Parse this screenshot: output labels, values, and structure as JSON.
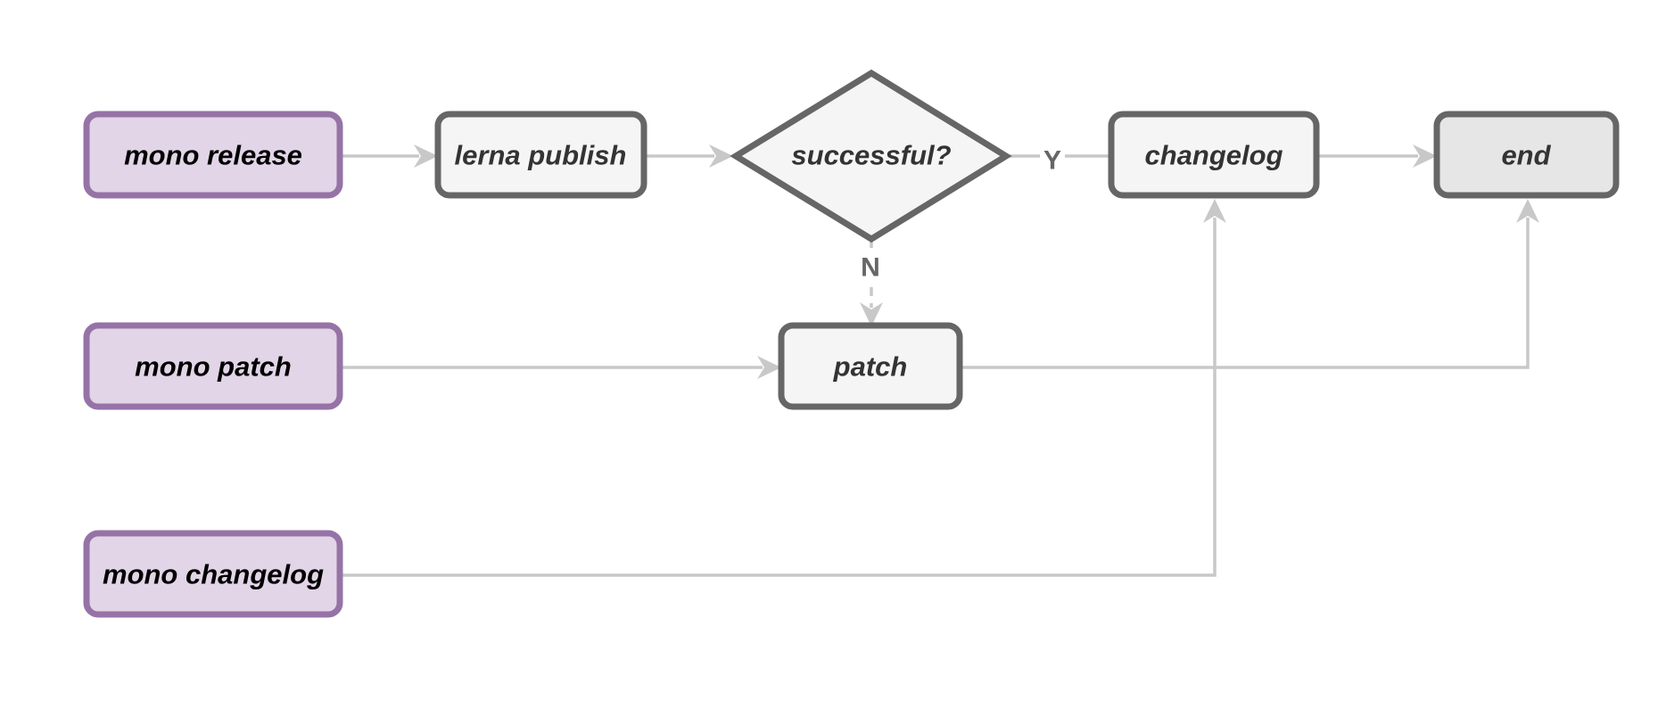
{
  "diagram": {
    "colors": {
      "start_fill": "#e1d5e7",
      "start_stroke": "#9673a6",
      "process_fill": "#f5f5f5",
      "process_stroke": "#666666",
      "end_fill": "#e6e6e6",
      "edge": "#c8c8c8",
      "edge_label": "#666666"
    },
    "nodes": {
      "mono_release": {
        "label": "mono release",
        "kind": "start"
      },
      "mono_patch": {
        "label": "mono patch",
        "kind": "start"
      },
      "mono_changelog": {
        "label": "mono changelog",
        "kind": "start"
      },
      "lerna_publish": {
        "label": "lerna publish",
        "kind": "process"
      },
      "successful": {
        "label": "successful?",
        "kind": "decision"
      },
      "patch": {
        "label": "patch",
        "kind": "process"
      },
      "changelog": {
        "label": "changelog",
        "kind": "process"
      },
      "end": {
        "label": "end",
        "kind": "terminal"
      }
    },
    "edges": [
      {
        "from": "mono_release",
        "to": "lerna_publish",
        "label": ""
      },
      {
        "from": "lerna_publish",
        "to": "successful",
        "label": ""
      },
      {
        "from": "successful",
        "to": "changelog",
        "label": "Y"
      },
      {
        "from": "successful",
        "to": "patch",
        "label": "N",
        "style": "dashed"
      },
      {
        "from": "changelog",
        "to": "end",
        "label": ""
      },
      {
        "from": "mono_patch",
        "to": "patch",
        "label": ""
      },
      {
        "from": "patch",
        "to": "end",
        "label": ""
      },
      {
        "from": "mono_changelog",
        "to": "changelog",
        "label": ""
      }
    ]
  }
}
